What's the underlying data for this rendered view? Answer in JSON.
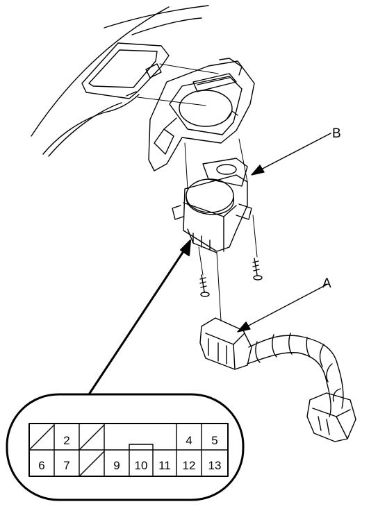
{
  "callouts": {
    "a": "A",
    "b": "B"
  },
  "connector": {
    "row1": [
      "",
      "2",
      "",
      "",
      "",
      "",
      "",
      "4",
      "5"
    ],
    "row2": [
      "6",
      "7",
      "",
      "9",
      "10",
      "11",
      "12",
      "13"
    ]
  },
  "colors": {
    "line": "#000000",
    "background": "#ffffff"
  }
}
